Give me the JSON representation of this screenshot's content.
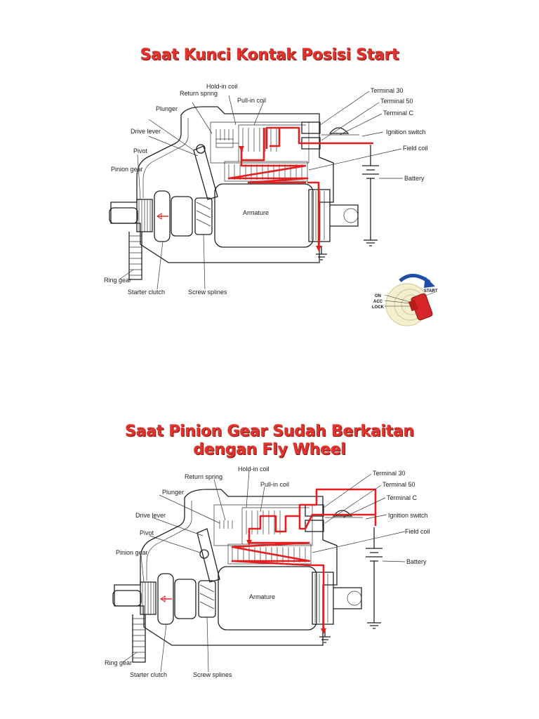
{
  "titles": {
    "top": "Saat Kunci Kontak Posisi Start",
    "bottom_line1": "Saat Pinion Gear Sudah Berkaitan",
    "bottom_line2": "dengan Fly Wheel"
  },
  "labels": {
    "hold_in_coil": "Hold-in coil",
    "return_spring": "Return spring",
    "pull_in_coil": "Pull-in coil",
    "plunger": "Plunger",
    "drive_lever": "Drive lever",
    "pivot": "Pivot",
    "pinion_gear": "Pinion gear",
    "ring_gear": "Ring gear",
    "starter_clutch": "Starter clutch",
    "screw_splines": "Screw splines",
    "armature": "Armature",
    "terminal_30": "Terminal 30",
    "terminal_50": "Terminal 50",
    "terminal_c": "Terminal C",
    "ignition_switch": "Ignition switch",
    "field_coil": "Field coil",
    "battery": "Battery"
  },
  "key_switch": {
    "on": "ON",
    "acc": "ACC",
    "lock": "LOCK",
    "start": "START"
  },
  "colors": {
    "title": "#e3322b",
    "current_path": "#e41f1f",
    "key": "#d6262a",
    "arrow": "#1f4fa8"
  }
}
